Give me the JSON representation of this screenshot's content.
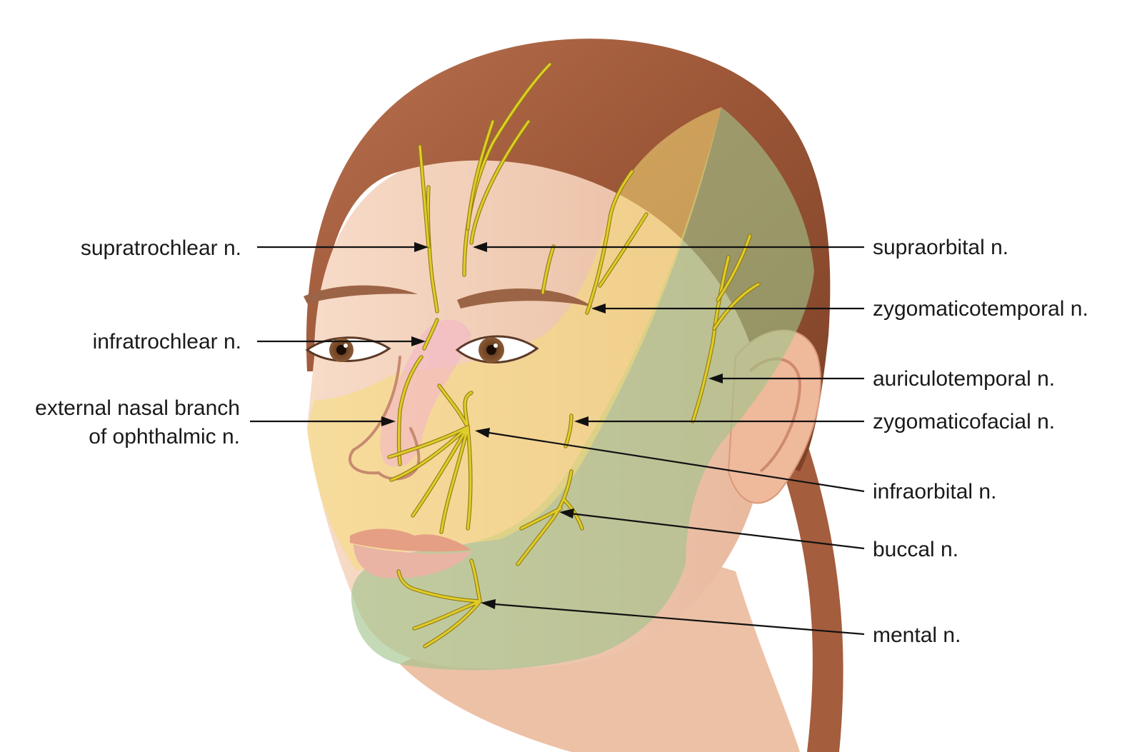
{
  "labels": {
    "supratrochlear": "supratrochlear n.",
    "infratrochlear": "infratrochlear n.",
    "external_nasal_line1": "external nasal branch",
    "external_nasal_line2": "of ophthalmic n.",
    "supraorbital": "supraorbital n.",
    "zygomaticotemporal": "zygomaticotemporal n.",
    "auriculotemporal": "auriculotemporal n.",
    "zygomaticofacial": "zygomaticofacial n.",
    "infraorbital": "infraorbital n.",
    "buccal": "buccal n.",
    "mental": "mental n."
  },
  "colors": {
    "ophthalmic_region": "#f2b8c6",
    "maxillary_region": "#f6e08a",
    "mandibular_region": "#9fc48a",
    "nerve": "#e0cc2a",
    "hair": "#9a5536",
    "skin": "#f0c9b0"
  }
}
